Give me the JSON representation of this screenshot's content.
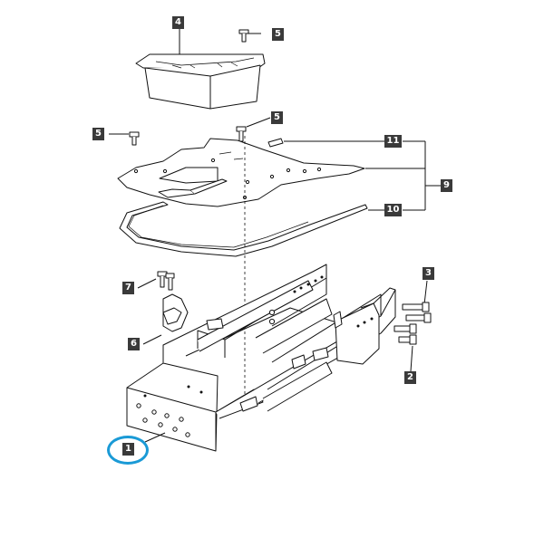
{
  "diagram": {
    "callouts": [
      {
        "id": "c1",
        "label": "1"
      },
      {
        "id": "c2",
        "label": "2"
      },
      {
        "id": "c3",
        "label": "3"
      },
      {
        "id": "c4",
        "label": "4"
      },
      {
        "id": "c5a",
        "label": "5"
      },
      {
        "id": "c5b",
        "label": "5"
      },
      {
        "id": "c5c",
        "label": "5"
      },
      {
        "id": "c6",
        "label": "6"
      },
      {
        "id": "c7",
        "label": "7"
      },
      {
        "id": "c9",
        "label": "9"
      },
      {
        "id": "c10",
        "label": "10"
      },
      {
        "id": "c11",
        "label": "11"
      }
    ],
    "highlight_color": "#1a9ad6",
    "label_color": "#3a3a3a"
  }
}
